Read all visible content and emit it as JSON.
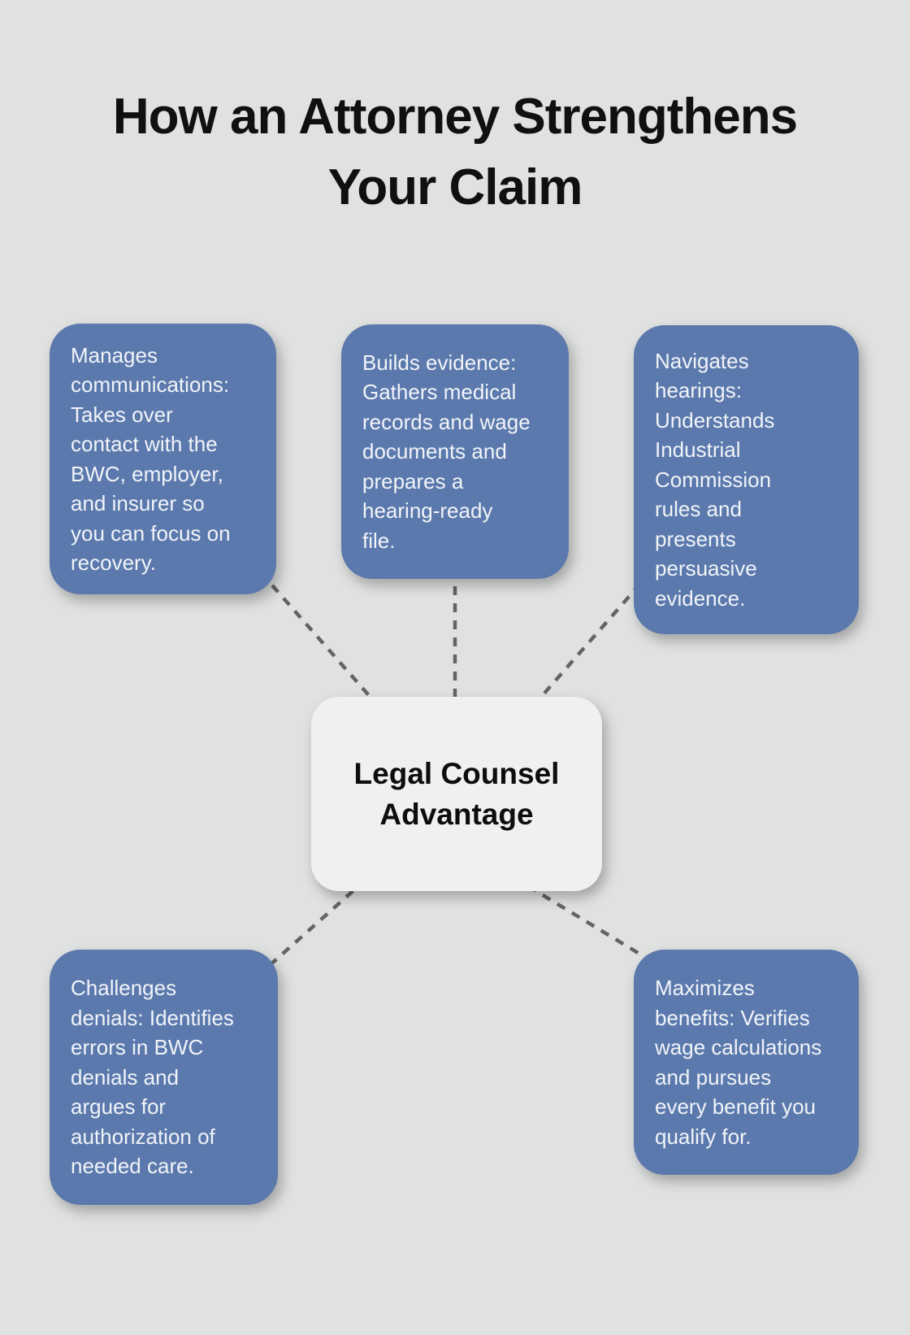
{
  "title": {
    "lines": [
      "How an Attorney Strengthens",
      "Your Claim"
    ]
  },
  "center": {
    "id": "legal-counsel-advantage",
    "lines": [
      "Legal Counsel",
      "Advantage"
    ]
  },
  "nodes": [
    {
      "id": "manages-communications",
      "position": "top-left",
      "lines": [
        "Manages",
        "communications:",
        "Takes over",
        "contact with the",
        "BWC, employer,",
        "and insurer so",
        "you can focus on",
        "recovery."
      ]
    },
    {
      "id": "builds-evidence",
      "position": "top-middle",
      "lines": [
        "Builds evidence:",
        "Gathers medical",
        "records and wage",
        "documents and",
        "prepares a",
        "hearing-ready",
        "file."
      ]
    },
    {
      "id": "navigates-hearings",
      "position": "top-right",
      "lines": [
        "Navigates",
        "hearings:",
        "Understands",
        "Industrial",
        "Commission",
        "rules and",
        "presents",
        "persuasive",
        "evidence."
      ]
    },
    {
      "id": "challenges-denials",
      "position": "bottom-left",
      "lines": [
        "Challenges",
        "denials: Identifies",
        "errors in BWC",
        "denials and",
        "argues for",
        "authorization of",
        "needed care."
      ]
    },
    {
      "id": "maximizes-benefits",
      "position": "bottom-right",
      "lines": [
        "Maximizes",
        "benefits: Verifies",
        "wage calculations",
        "and pursues",
        "every benefit you",
        "qualify for."
      ]
    }
  ],
  "connections": [
    {
      "from": "legal-counsel-advantage",
      "to": "manages-communications",
      "style": "dashed"
    },
    {
      "from": "legal-counsel-advantage",
      "to": "builds-evidence",
      "style": "dashed"
    },
    {
      "from": "legal-counsel-advantage",
      "to": "navigates-hearings",
      "style": "dashed"
    },
    {
      "from": "legal-counsel-advantage",
      "to": "challenges-denials",
      "style": "dashed"
    },
    {
      "from": "legal-counsel-advantage",
      "to": "maximizes-benefits",
      "style": "dashed"
    }
  ],
  "colors": {
    "background": "#e0e1e1",
    "node_fill": "#5b79ad",
    "node_text": "#f1f4f8",
    "center_fill": "#eef0f2",
    "center_text": "#0d0d0d",
    "title_text": "#101010",
    "connector": "#646464"
  }
}
